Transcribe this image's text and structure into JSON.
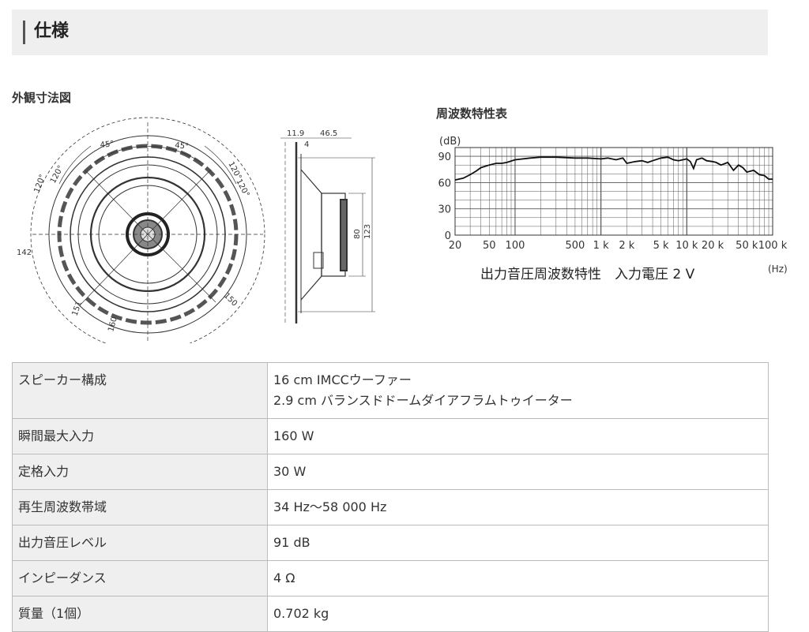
{
  "page": {
    "title": "仕様"
  },
  "dimension_drawing": {
    "heading": "外観寸法図",
    "front_labels": [
      "45°",
      "45°",
      "120°",
      "120°",
      "120°",
      "120°",
      "142",
      "151",
      "160",
      "150"
    ],
    "side_labels": {
      "offset_a": "11.9",
      "depth": "46.5",
      "ring": "4",
      "inner_dia": "80",
      "outer_dia": "123"
    }
  },
  "frequency_response": {
    "heading": "周波数特性表",
    "caption": "出力音圧周波数特性　入力電圧 2 V",
    "y_unit": "(dB)",
    "x_unit": "(Hz)"
  },
  "chart_data": {
    "type": "line",
    "title": "出力音圧周波数特性　入力電圧 2 V",
    "xlabel": "(Hz)",
    "ylabel": "(dB)",
    "xscale": "log",
    "xlim": [
      20,
      100000
    ],
    "ylim": [
      0,
      100
    ],
    "x_ticks": [
      20,
      50,
      100,
      500,
      1000,
      2000,
      5000,
      10000,
      20000,
      50000,
      100000
    ],
    "x_tick_labels": [
      "20",
      "50",
      "100",
      "500",
      "1 k",
      "2 k",
      "5 k",
      "10 k",
      "20 k",
      "50 k",
      "100 k"
    ],
    "y_ticks": [
      0,
      30,
      60,
      90
    ],
    "y_tick_labels": [
      "0",
      "30",
      "60",
      "90"
    ],
    "grid": true,
    "series": [
      {
        "x": [
          20,
          25,
          30,
          35,
          40,
          50,
          60,
          70,
          80,
          100,
          150,
          200,
          300,
          500,
          700,
          1000,
          1200,
          1500,
          1800,
          2000,
          2500,
          3000,
          3500,
          4000,
          5000,
          6000,
          7000,
          8000,
          9000,
          10000,
          11000,
          12000,
          13000,
          14000,
          15000,
          17000,
          20000,
          22000,
          25000,
          30000,
          35000,
          40000,
          45000,
          50000,
          60000,
          70000,
          80000,
          90000,
          100000
        ],
        "y": [
          63,
          65,
          69,
          73,
          77,
          80,
          82,
          82,
          83,
          86,
          88,
          89,
          89,
          88,
          88,
          87,
          88,
          86,
          88,
          82,
          84,
          85,
          83,
          85,
          88,
          89,
          86,
          85,
          86,
          87,
          84,
          76,
          86,
          87,
          88,
          85,
          84,
          83,
          80,
          83,
          74,
          80,
          77,
          72,
          74,
          69,
          68,
          64,
          64
        ]
      }
    ]
  },
  "spec_table": {
    "rows": [
      {
        "label": "スピーカー構成",
        "lines": [
          "16 cm IMCCウーファー",
          "2.9 cm バランスドドームダイアフラムトゥイーター"
        ]
      },
      {
        "label": "瞬間最大入力",
        "lines": [
          "160 W"
        ]
      },
      {
        "label": "定格入力",
        "lines": [
          "30 W"
        ]
      },
      {
        "label": "再生周波数帯域",
        "lines": [
          "34 Hz～58 000 Hz"
        ]
      },
      {
        "label": "出力音圧レベル",
        "lines": [
          "91 dB"
        ]
      },
      {
        "label": "インピーダンス",
        "lines": [
          "4 Ω"
        ]
      },
      {
        "label": "質量（1個）",
        "lines": [
          "0.702 kg"
        ]
      }
    ]
  },
  "colors": {
    "header_bg": "#efefef",
    "border": "#bbbbbb",
    "line": "#333333"
  }
}
